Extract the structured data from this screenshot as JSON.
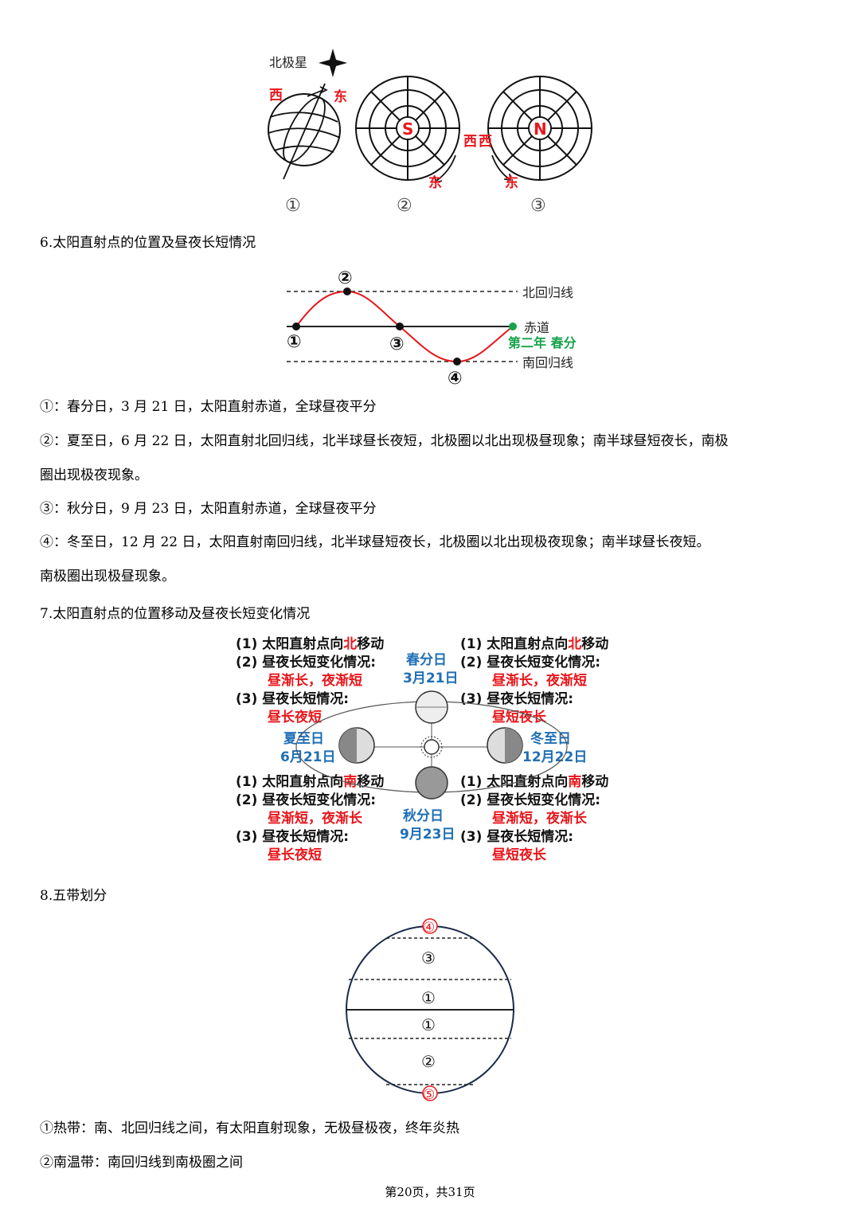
{
  "fig1": {
    "polaris": "北极星",
    "west": "西",
    "east": "东",
    "south_pole": "S",
    "north_pole": "N",
    "west2": "西",
    "east2": "东",
    "west3": "西",
    "east3": "东",
    "label1": "①",
    "label2": "②",
    "label3": "③"
  },
  "section6": {
    "heading": "6.太阳直射点的位置及昼夜长短情况",
    "diagram": {
      "tropic_north": "北回归线",
      "equator": "赤道",
      "next_spring": "第二年 春分",
      "tropic_south": "南回归线",
      "p1": "①",
      "p2": "②",
      "p3": "③",
      "p4": "④"
    },
    "lines": [
      "①：春分日，3 月 21 日，太阳直射赤道，全球昼夜平分",
      "②：夏至日，6 月 22 日，太阳直射北回归线，北半球昼长夜短，北极圈以北出现极昼现象；南半球昼短夜长，南极",
      "圈出现极夜现象。",
      "③：秋分日，9 月 23 日，太阳直射赤道，全球昼夜平分",
      "④：冬至日，12 月 22 日，太阳直射南回归线，北半球昼短夜长，北极圈以北出现极夜现象；南半球昼长夜短。",
      "南极圈出现极昼现象。"
    ]
  },
  "section7": {
    "heading": "7.太阳直射点的位置移动及昼夜长短变化情况",
    "q1_a": "(1) 太阳直射点向",
    "north_char": "北",
    "south_char": "南",
    "move": "移动",
    "q2": "(2) 昼夜长短变化情况:",
    "q3": "(3) 昼夜长短情况:",
    "day_longer": "昼渐长，夜渐短",
    "day_shorter": "昼渐短，夜渐长",
    "long_day": "昼长夜短",
    "short_day": "昼短夜长",
    "spring": "春分日",
    "spring_date": "3月21日",
    "summer": "夏至日",
    "summer_date": "6月21日",
    "winter": "冬至日",
    "winter_date": "12月22日",
    "autumn": "秋分日",
    "autumn_date": "9月23日"
  },
  "section8": {
    "heading": "8.五带划分",
    "z4": "④",
    "z3": "③",
    "z1a": "①",
    "z1b": "①",
    "z2": "②",
    "z5": "⑤",
    "lines": [
      "①热带：南、北回归线之间，有太阳直射现象，无极昼极夜，终年炎热",
      "②南温带：南回归线到南极圈之间"
    ]
  },
  "footer": "第20页，共31页",
  "colors": {
    "red": "#e8161b",
    "blue": "#1f6fb5",
    "green": "#17a34a"
  }
}
